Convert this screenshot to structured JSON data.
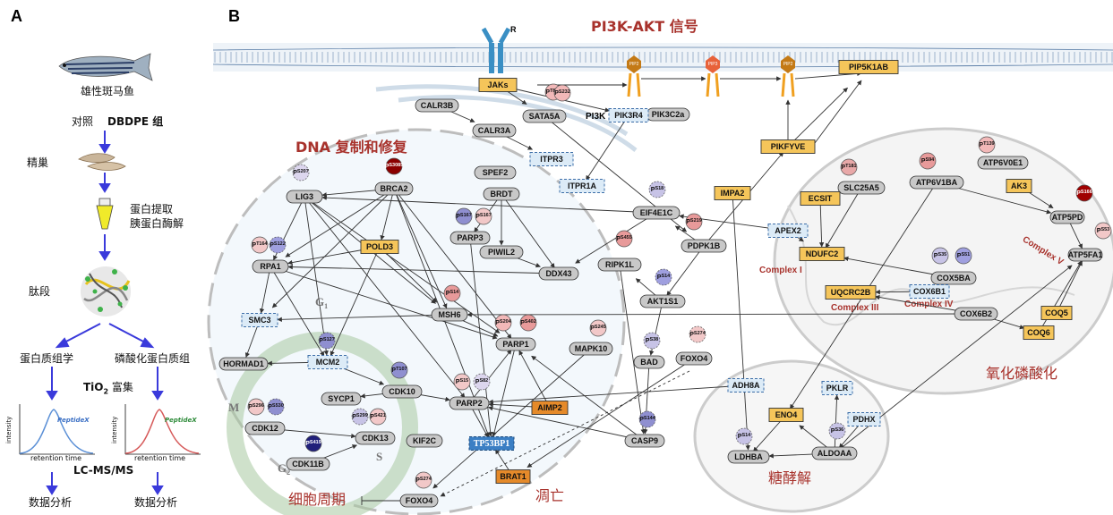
{
  "panel_a": {
    "label": "A",
    "fish": "雄性斑马鱼",
    "control": "对照",
    "treatment": "DBDPE 组",
    "testis": "精巢",
    "extract1": "蛋白提取",
    "extract2": "胰蛋白酶解",
    "peptide": "肽段",
    "proteome": "蛋白质组学",
    "phospho": "磷酸化蛋白质组",
    "tio2": "TiO",
    "tio2_sub": "2",
    "tio2_rest": " 富集",
    "axis_y": "intensity",
    "axis_x": "retention time",
    "peptide_label": "PeptideX",
    "lcms": "LC-MS/MS",
    "analysis": "数据分析"
  },
  "panel_b": {
    "label": "B",
    "receptor": "R",
    "titles": {
      "pi3k": "PI3K-AKT 信号",
      "dna": "DNA 复制和修复",
      "oxphos": "氧化磷酸化",
      "cycle": "细胞周期",
      "apoptosis": "凋亡",
      "glycolysis": "糖酵解"
    },
    "complexes": {
      "c1": "Complex I",
      "c3": "Complex III",
      "c4": "Complex IV",
      "c5": "Complex V"
    },
    "phases": {
      "g1": "G",
      "g1s": "1",
      "m": "M",
      "s": "S",
      "g2": "G",
      "g2s": "2"
    },
    "lipids": {
      "pip2a": "PIP2",
      "pip3": "PIP3",
      "pip2b": "PIP2"
    },
    "pi3k_label": "PI3K",
    "ovals": {
      "calr3b": "CALR3B",
      "calr3a": "CALR3A",
      "sata5a": "SATA5A",
      "pik3c2a": "PIK3C2a",
      "spef2": "SPEF2",
      "brdt": "BRDT",
      "lig3": "LIG3",
      "brca2": "BRCA2",
      "parp3": "PARP3",
      "eif4e1c": "EIF4E1C",
      "rpa1": "RPA1",
      "piwil2": "PIWIL2",
      "ddx43": "DDX43",
      "ripk1l": "RIPK1L",
      "pdpk1b": "PDPK1B",
      "akt1s1": "AKT1S1",
      "msh6": "MSH6",
      "parp1": "PARP1",
      "mapk10": "MAPK10",
      "hormad1": "HORMAD1",
      "bad": "BAD",
      "foxo4a": "FOXO4",
      "cdk10": "CDK10",
      "sycp1": "SYCP1",
      "parp2": "PARP2",
      "cdk12": "CDK12",
      "cdk13": "CDK13",
      "kif2c": "KIF2C",
      "casp9": "CASP9",
      "cdk11b": "CDK11B",
      "foxo4b": "FOXO4",
      "slc25a5": "SLC25A5",
      "atp6v0e1": "ATP6V0E1",
      "atp6v1ba": "ATP6V1BA",
      "atp5pd": "ATP5PD",
      "atp5fa1": "ATP5FA1",
      "cox5ba": "COX5BA",
      "cox6b2": "COX6B2",
      "ldhba": "LDHBA",
      "aldoaa": "ALDOAA"
    },
    "boxes": {
      "jaks": "JAKs",
      "pik3r4": "PIK3R4",
      "itpr3": "ITPR3",
      "itpr1a": "ITPR1A",
      "pold3": "POLD3",
      "smc3": "SMC3",
      "mcm2": "MCM2",
      "aimp2": "AIMP2",
      "brat1": "BRAT1",
      "tp53bp1": "TP53BP1",
      "pikfyve": "PIKFYVE",
      "pip5k1ab": "PIP5K1AB",
      "impa2": "IMPA2",
      "ecsit": "ECSIT",
      "ak3": "AK3",
      "apex2": "APEX2",
      "ndufc2": "NDUFC2",
      "uqcrc2b": "UQCRC2B",
      "cox6b1": "COX6B1",
      "coq5": "COQ5",
      "coq6": "COQ6",
      "adh8a": "ADH8A",
      "eno4": "ENO4",
      "pklr": "PKLR",
      "pdhx": "PDHX"
    },
    "sites": {
      "s1": "T868",
      "s2": "S232",
      "s3": "S207",
      "s4": "S3085",
      "s5": "S167",
      "s6": "S167",
      "s7": "S18",
      "s8": "S219",
      "s9": "S455",
      "s10": "T164",
      "s11": "S122",
      "s12": "S14",
      "s13": "S14",
      "s14": "S204",
      "s15": "S402",
      "s16": "S245",
      "s17": "S274",
      "s18": "S38",
      "s19": "S127",
      "s20": "T107",
      "s21": "S15",
      "s22": "S82",
      "s23": "S296",
      "s24": "S530",
      "s25": "S299",
      "s26": "S421",
      "s27": "S144",
      "s28": "S419",
      "s29": "S274",
      "s30": "T181",
      "s31": "S94",
      "s32": "T139",
      "s33": "S166",
      "s34": "S35",
      "s35": "S51",
      "s36": "S53",
      "s37": "S14",
      "s38": "S36"
    }
  },
  "colors": {
    "accent_red": "#a8322c",
    "arrow_blue": "#3a3adb",
    "node_gray": "#c8c8c8",
    "box_orange": "#f5c55a",
    "box_blue": "#dcebf7"
  }
}
